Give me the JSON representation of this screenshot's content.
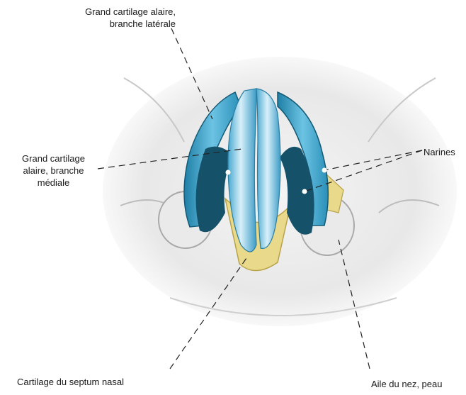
{
  "labels": {
    "lateral_crus": [
      "Grand cartilage alaire,",
      "branche latérale"
    ],
    "medial_crus": [
      "Grand cartilage",
      "alaire, branche",
      "médiale"
    ],
    "nostrils": "Narines",
    "septal_cartilage": "Cartilage du septum nasal",
    "alar_skin": "Aile du nez, peau"
  },
  "colors": {
    "cartilage_blue": "#3aa4cc",
    "cartilage_dark": "#14556f",
    "cartilage_light": "#a8dcef",
    "septum_yellow": "#e9d98a",
    "skin_shade": "#d9d9d9"
  }
}
